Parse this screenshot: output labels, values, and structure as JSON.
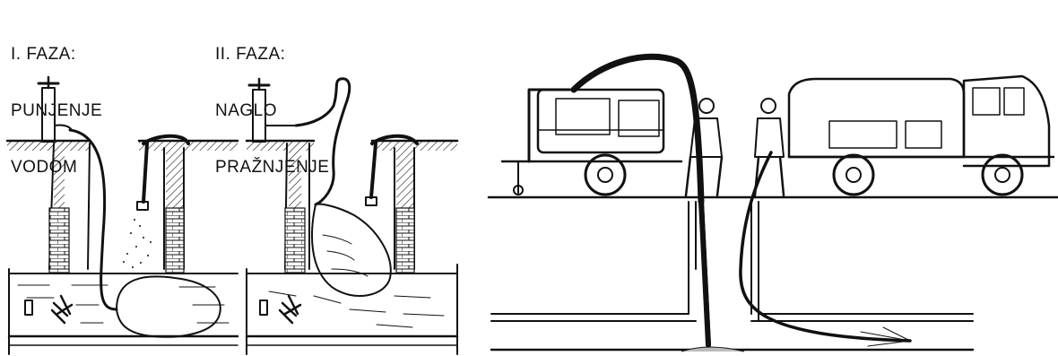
{
  "figure": {
    "phase1": {
      "title": "I. FAZA:",
      "line2": "PUNJENJE",
      "line3": "VODOM"
    },
    "phase2": {
      "title": "II. FAZA:",
      "line2": "NAGLO",
      "line3": "PRAŽNJENJE"
    }
  }
}
